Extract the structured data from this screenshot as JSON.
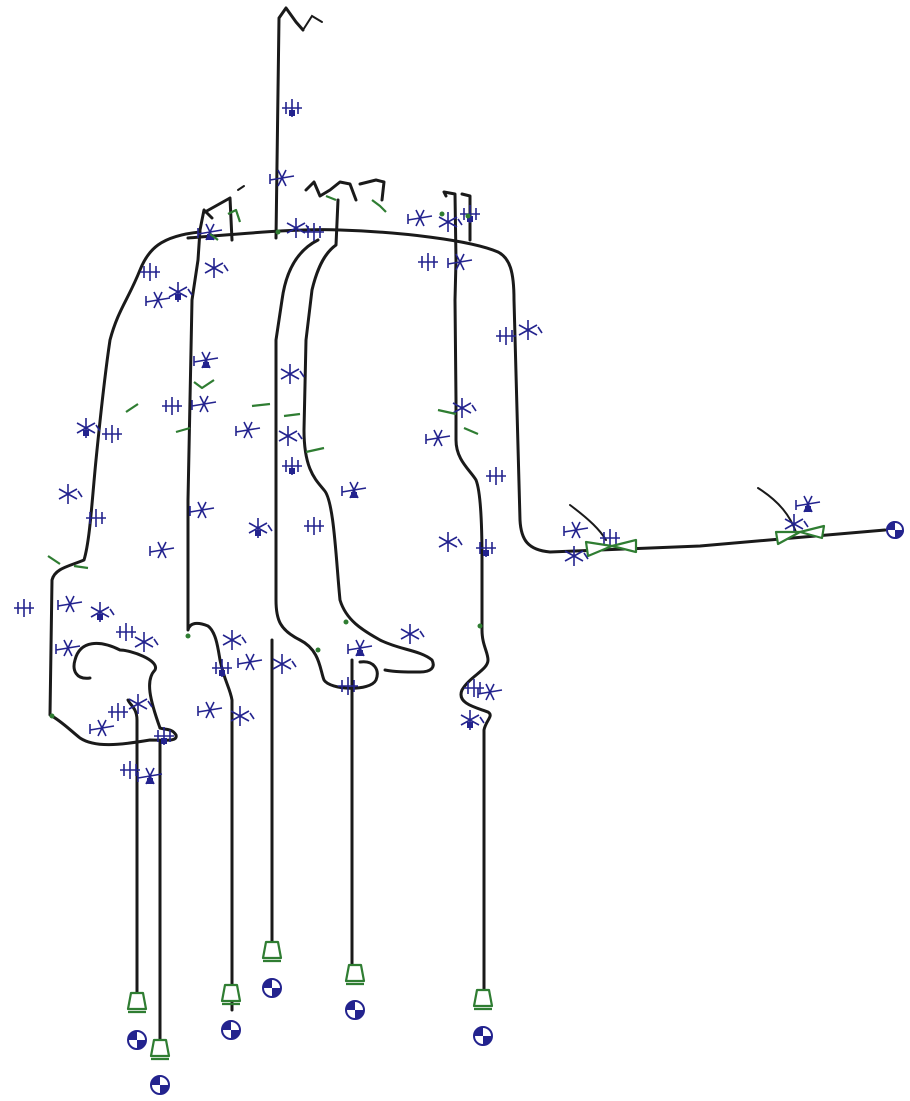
{
  "diagram": {
    "type": "piping-isometric",
    "colors": {
      "pipe": "#1a1a1a",
      "support": "#23238e",
      "valve": "#2f7d32",
      "background": "#ffffff"
    },
    "icons": {
      "support": "pipe-support-icon",
      "valve": "valve-icon",
      "nozzle": "nozzle-icon",
      "anchor": "anchor-icon"
    },
    "terminals": [
      {
        "id": "leg-1",
        "kind": "nozzle-and-anchor"
      },
      {
        "id": "leg-2",
        "kind": "nozzle-and-anchor"
      },
      {
        "id": "leg-3",
        "kind": "nozzle-and-anchor"
      },
      {
        "id": "leg-4",
        "kind": "nozzle-and-anchor"
      },
      {
        "id": "leg-5",
        "kind": "nozzle-and-anchor"
      },
      {
        "id": "leg-6",
        "kind": "nozzle-and-anchor"
      },
      {
        "id": "outlet",
        "kind": "anchor"
      }
    ]
  }
}
